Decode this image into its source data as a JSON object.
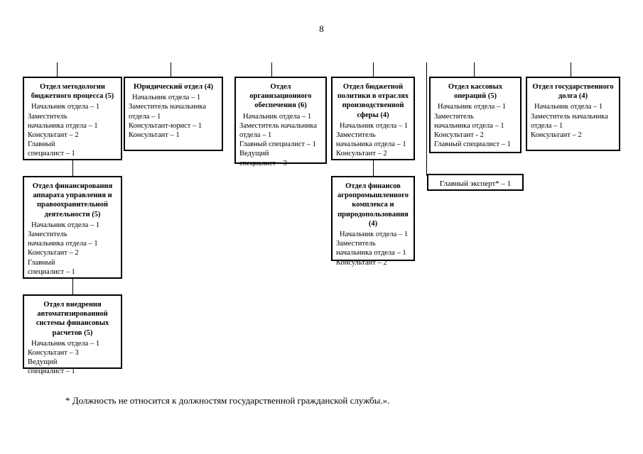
{
  "page": {
    "number": "8",
    "footnote": "* Должность не относится к должностям государственной гражданской службы.»."
  },
  "boxes": [
    {
      "id": "metodologii-byudzhetnogo-processa",
      "title": "Отдел методологии бюджетного процесса (5)",
      "items": [
        "Начальник отдела – 1",
        "Заместитель",
        "начальника отдела – 1",
        "Консультант – 2",
        "Главный",
        "специалист – 1"
      ]
    },
    {
      "id": "yuridicheskiy-otdel",
      "title": "Юридический отдел (4)",
      "items": [
        "Начальник отдела – 1",
        "Заместитель начальника",
        "отдела – 1",
        "Консультант-юрист – 1",
        "Консультант – 1"
      ]
    },
    {
      "id": "organizacionnogo-obespecheniya",
      "title": "Отдел организационного обеспечения (6)",
      "items": [
        "Начальник отдела – 1",
        "Заместитель начальника",
        "отдела – 1",
        "Главный специалист – 1",
        "Ведущий",
        "специалист – 3"
      ]
    },
    {
      "id": "byudzhetnoy-politiki-proizvodstvennoy-sfery",
      "title": "Отдел бюджетной политики в отраслях производственной сферы (4)",
      "items": [
        "Начальник отдела – 1",
        "Заместитель",
        "начальника отдела – 1",
        "Консультант – 2"
      ]
    },
    {
      "id": "kassovyh-operaciy",
      "title": "Отдел кассовых операций (5)",
      "items": [
        "Начальник отдела – 1",
        "Заместитель",
        "начальника отдела – 1",
        "Консультант - 2",
        "Главный специалист – 1"
      ]
    },
    {
      "id": "gosudarstvennogo-dolga",
      "title": "Отдел государственного долга (4)",
      "items": [
        "Начальник отдела – 1",
        "Заместитель начальника",
        "отдела – 1",
        "Консультант – 2"
      ]
    },
    {
      "id": "finansirovaniya-apparata-upravleniya",
      "title": "Отдел финансирования аппарата управления и правоохранительной деятельности (5)",
      "items": [
        "Начальник отдела – 1",
        "Заместитель",
        "начальника отдела – 1",
        "Консультант – 2",
        "Главный",
        "специалист – 1"
      ]
    },
    {
      "id": "finansov-agropromyshlennogo-kompleksa",
      "title": "Отдел финансов агропромышленного комплекса и природопользования (4)",
      "items": [
        "Начальник отдела – 1",
        "Заместитель",
        "начальника отдела – 1",
        "Консультант – 2"
      ]
    },
    {
      "id": "glavnyy-ekspert",
      "title": "Главный эксперт* – 1",
      "items": []
    },
    {
      "id": "vnedreniya-avtomatizirovannoy-sistemy",
      "title": "Отдел внедрения автоматизированной системы финансовых расчетов (5)",
      "items": [
        "Начальник отдела – 1",
        "Консультант – 3",
        "Ведущий",
        "специалист – 1"
      ]
    }
  ]
}
